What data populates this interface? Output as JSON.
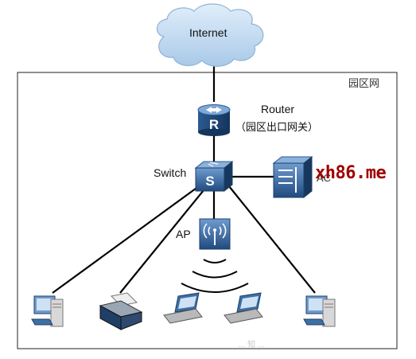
{
  "labels": {
    "internet": "Internet",
    "campus": "园区网",
    "router": "Router",
    "router_desc": "（园区出口网关）",
    "switch": "Switch",
    "ap": "AP",
    "ac": "AC"
  },
  "icons": {
    "router": "router-icon",
    "switch": "switch-icon",
    "ap": "access-point-icon",
    "ac": "access-controller-icon",
    "pc": "desktop-pc-icon",
    "printer": "printer-icon",
    "laptop": "laptop-icon"
  },
  "watermark": {
    "text": "xh86.me",
    "bottom": "... 知 ..."
  },
  "colors": {
    "cloud": "#c9dff1",
    "device_blue": "#3d6fa6",
    "device_dark": "#1f3f66",
    "link": "#000000",
    "watermark": "#a00000"
  }
}
